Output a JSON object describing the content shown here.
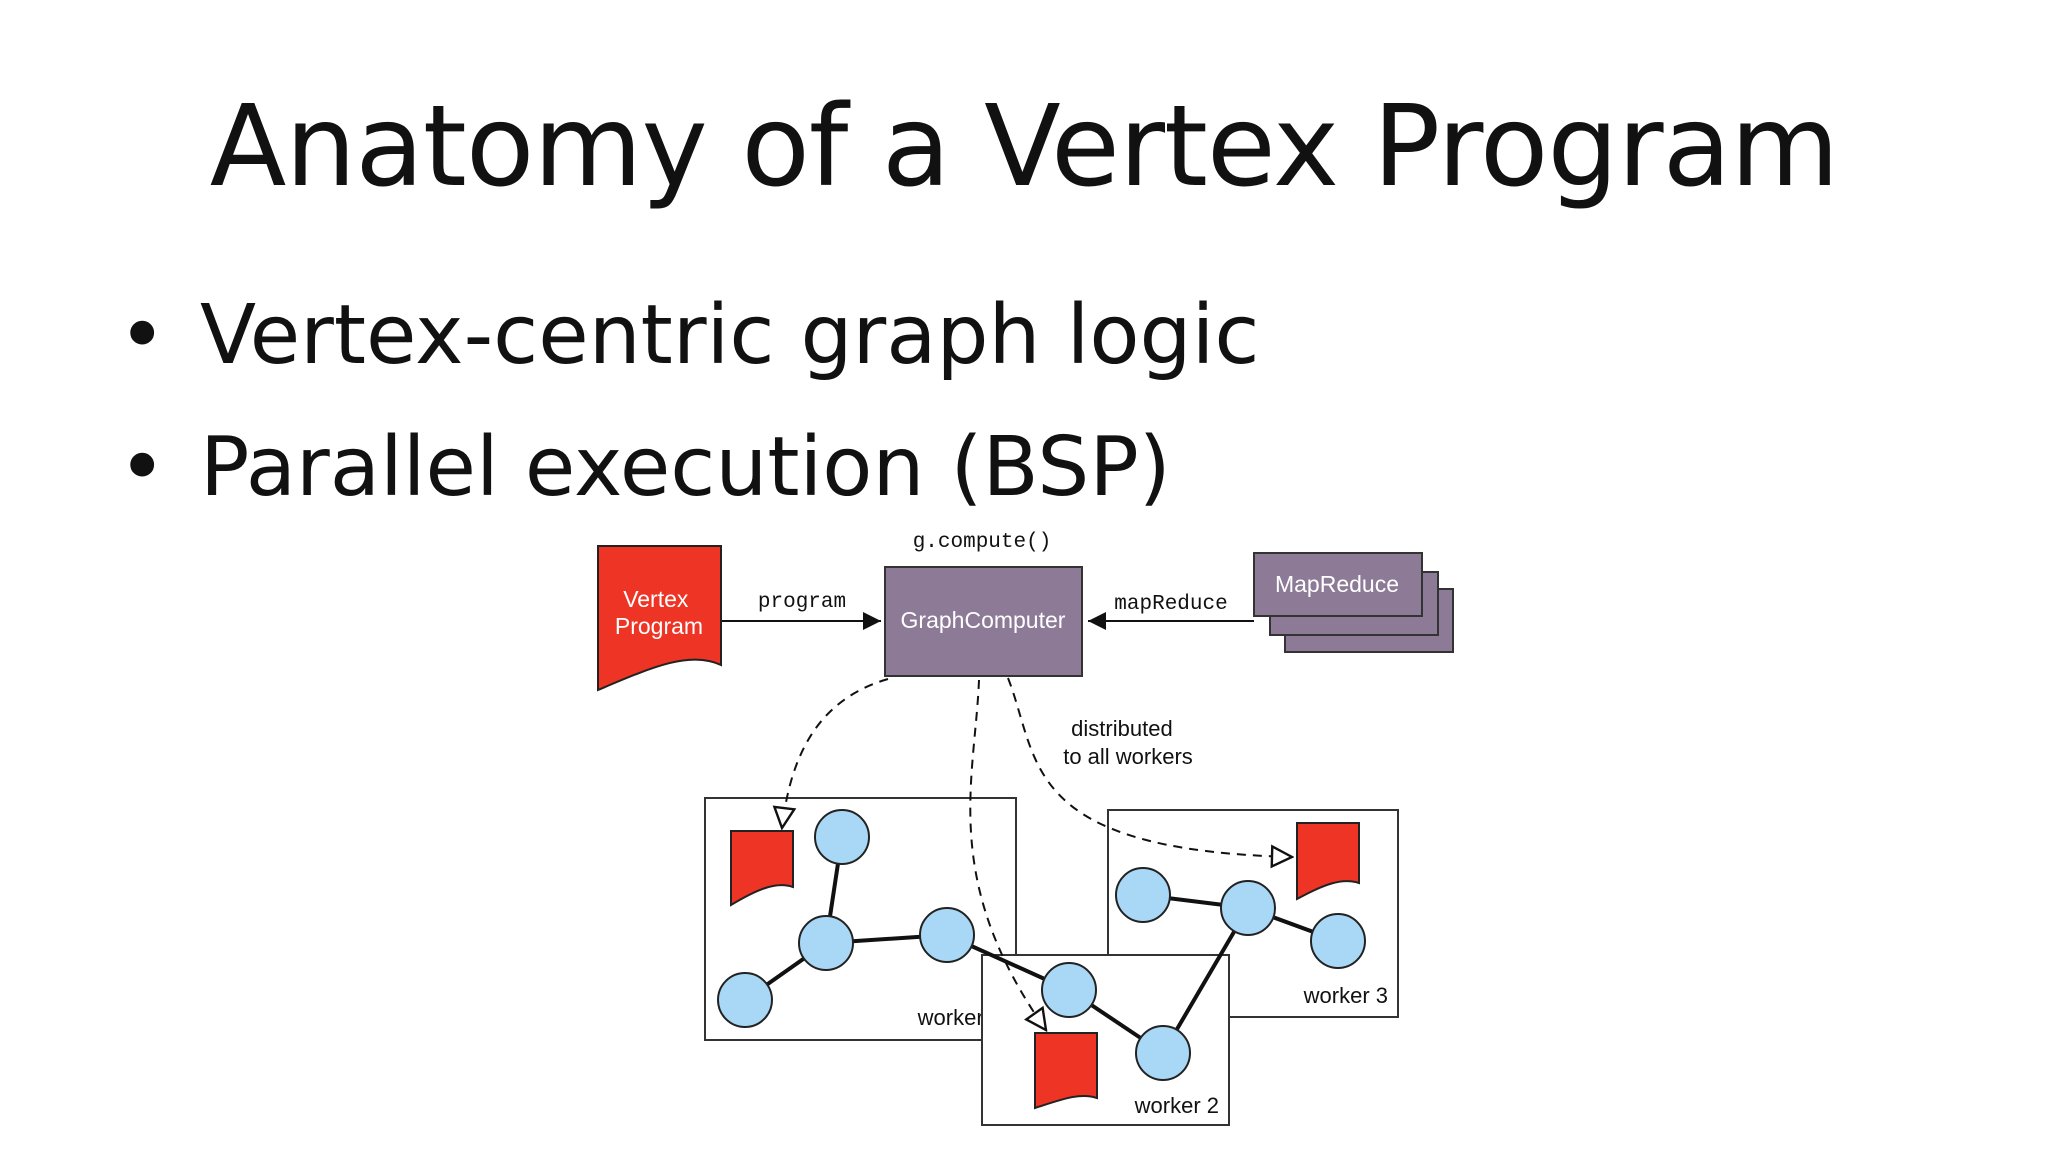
{
  "slide": {
    "title": "Anatomy of a Vertex Program",
    "bullets": [
      "Vertex-centric graph logic",
      "Parallel execution (BSP)"
    ]
  },
  "diagram": {
    "top_label": "g.compute()",
    "vertex_program_lines": [
      "Vertex",
      "Program"
    ],
    "graph_computer": "GraphComputer",
    "map_reduce": "MapReduce",
    "edge_program": "program",
    "edge_map_reduce": "mapReduce",
    "distributed_lines": [
      "distributed",
      "to all workers"
    ],
    "workers": [
      "worker 1",
      "worker 2",
      "worker 3"
    ]
  },
  "colors": {
    "program_red": "#ee3424",
    "computer_purple": "#8c7a96",
    "vertex_blue": "#a8d8f5"
  }
}
